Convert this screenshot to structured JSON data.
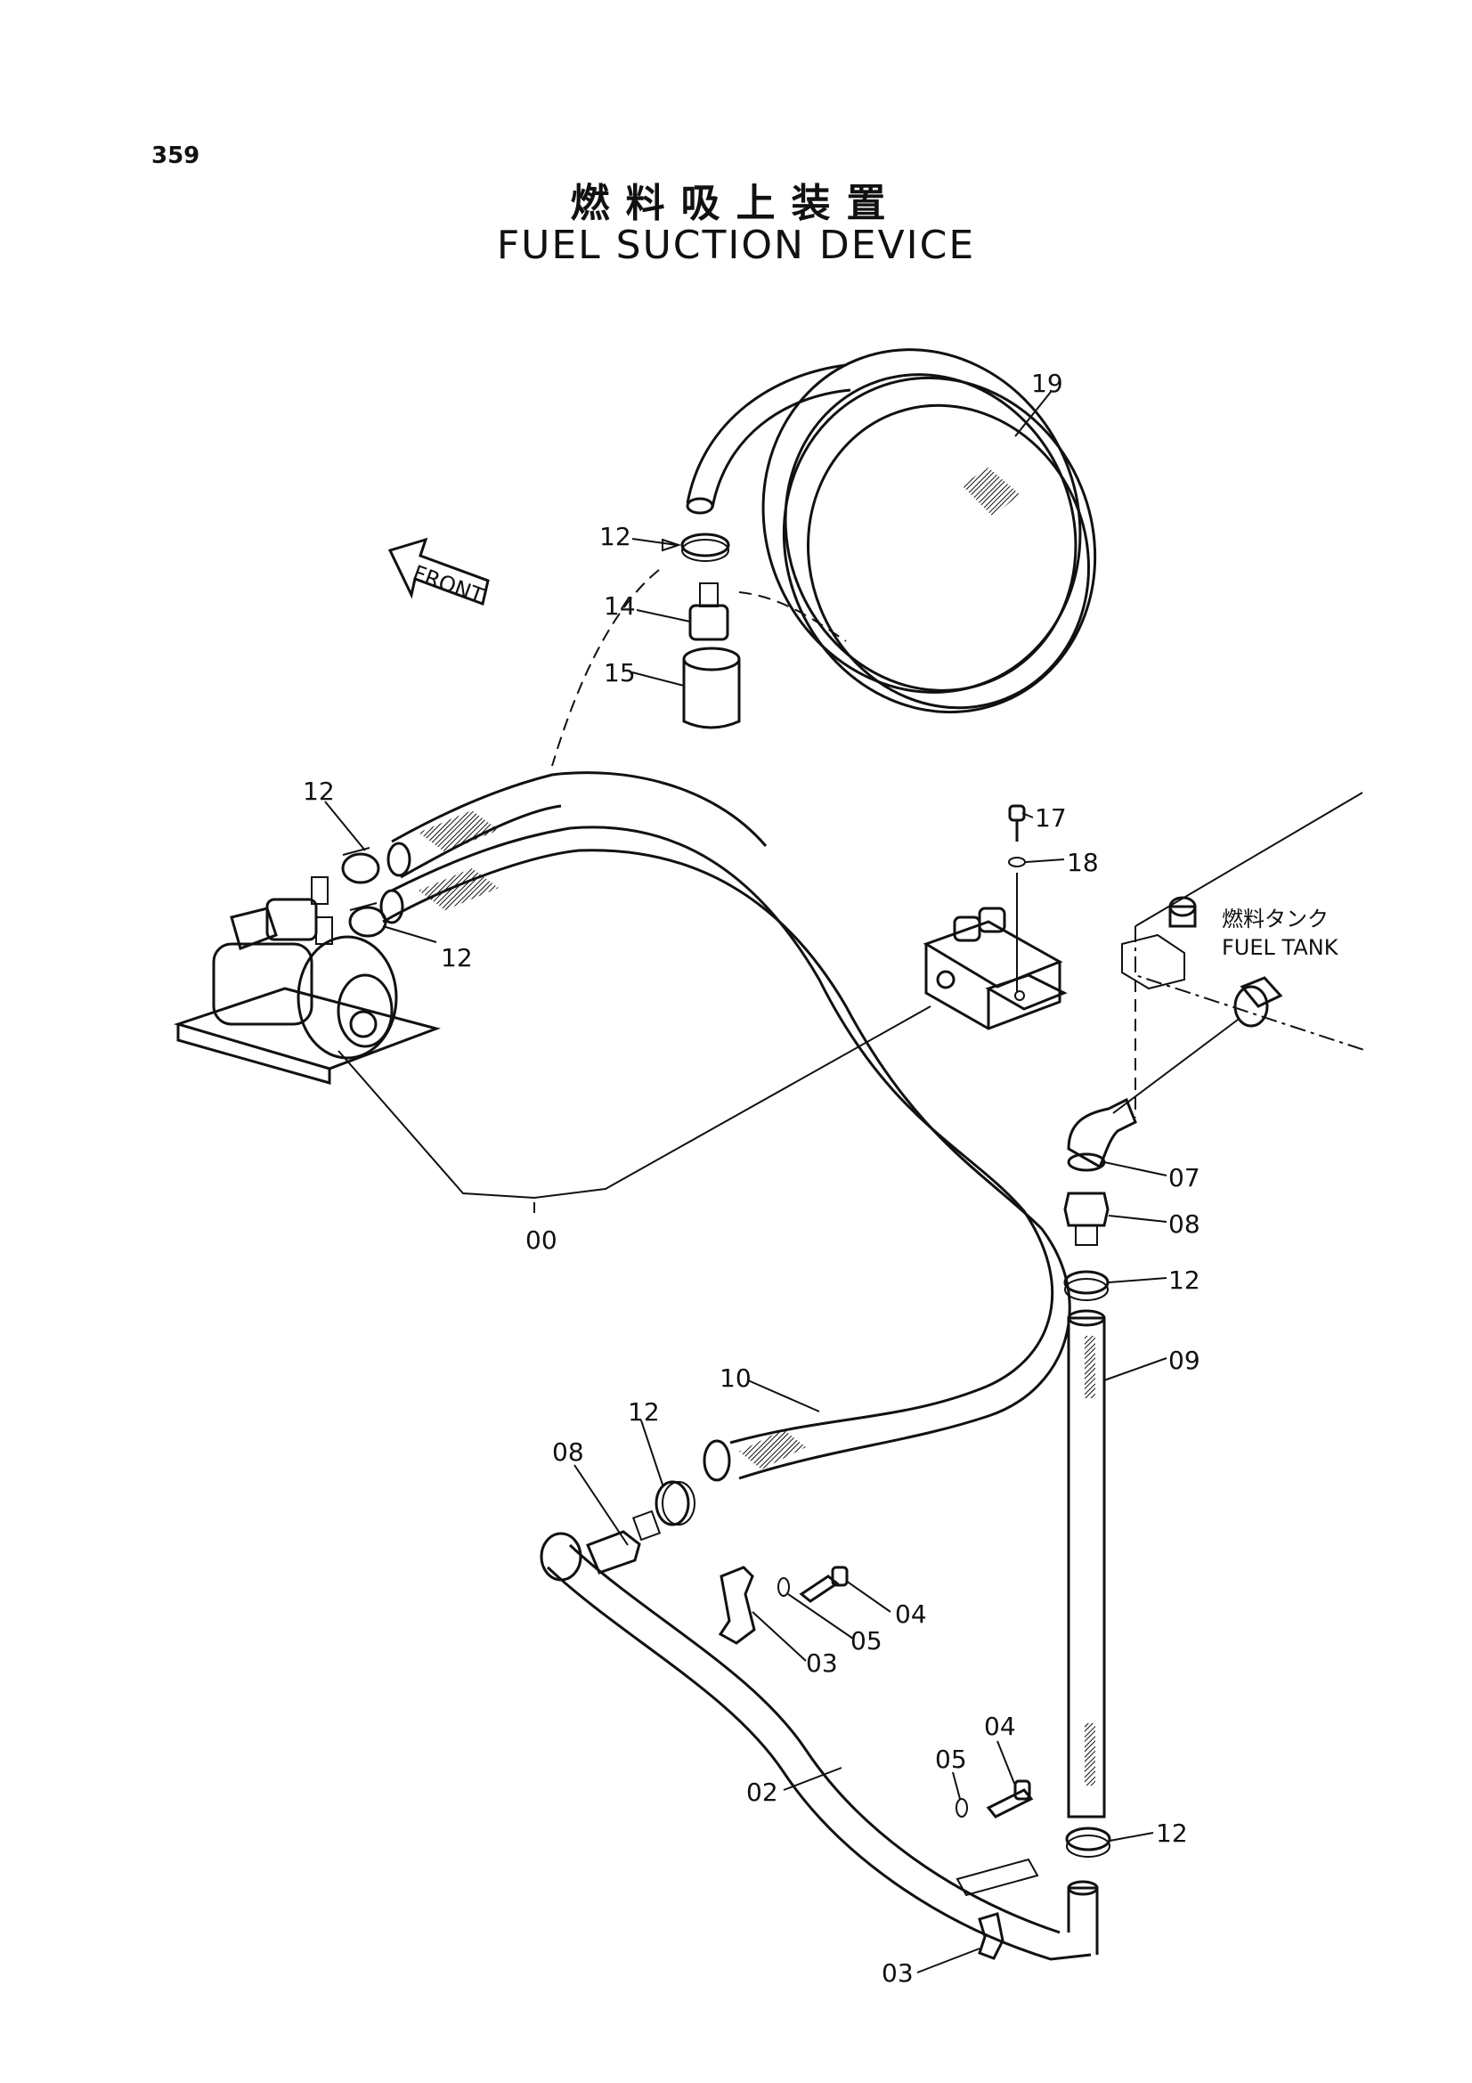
{
  "page": {
    "number": "359"
  },
  "title": {
    "japanese": "燃料吸上装置",
    "english": "FUEL SUCTION DEVICE"
  },
  "front_label": "FRONT",
  "tank": {
    "japanese": "燃料タンク",
    "english": "FUEL TANK"
  },
  "callouts": {
    "c00": "00",
    "c02": "02",
    "c03a": "03",
    "c03b": "03",
    "c04a": "04",
    "c04b": "04",
    "c05a": "05",
    "c05b": "05",
    "c07": "07",
    "c08a": "08",
    "c08b": "08",
    "c09": "09",
    "c10": "10",
    "c12a": "12",
    "c12b": "12",
    "c12c": "12",
    "c12d": "12",
    "c12e": "12",
    "c12f": "12",
    "c14": "14",
    "c15": "15",
    "c17": "17",
    "c18": "18",
    "c19": "19"
  }
}
